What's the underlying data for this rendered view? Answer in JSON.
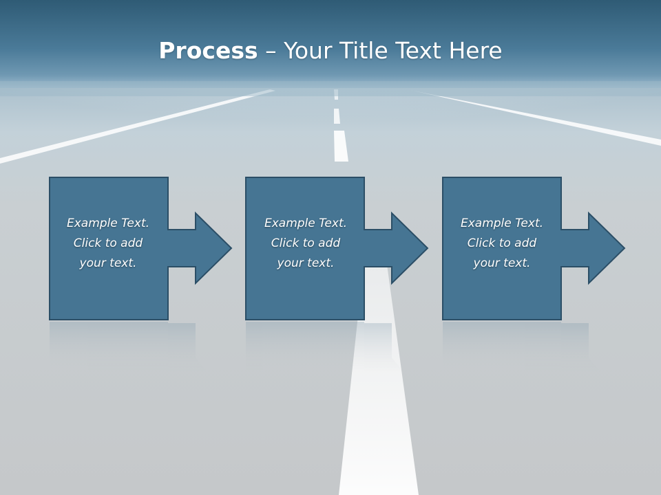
{
  "title": {
    "bold": "Process",
    "rest": " – Your Title Text Here"
  },
  "steps": [
    {
      "text": "Example Text.\nClick  to add\nyour text."
    },
    {
      "text": "Example Text.\nClick  to add\nyour text."
    },
    {
      "text": "Example Text.\nClick  to add\nyour text."
    }
  ],
  "colors": {
    "header_dark": "#2f5b75",
    "header_light": "#5c8aa6",
    "box_fill": "#467593",
    "box_border": "#2b4e66",
    "road": "#c8ccce"
  }
}
